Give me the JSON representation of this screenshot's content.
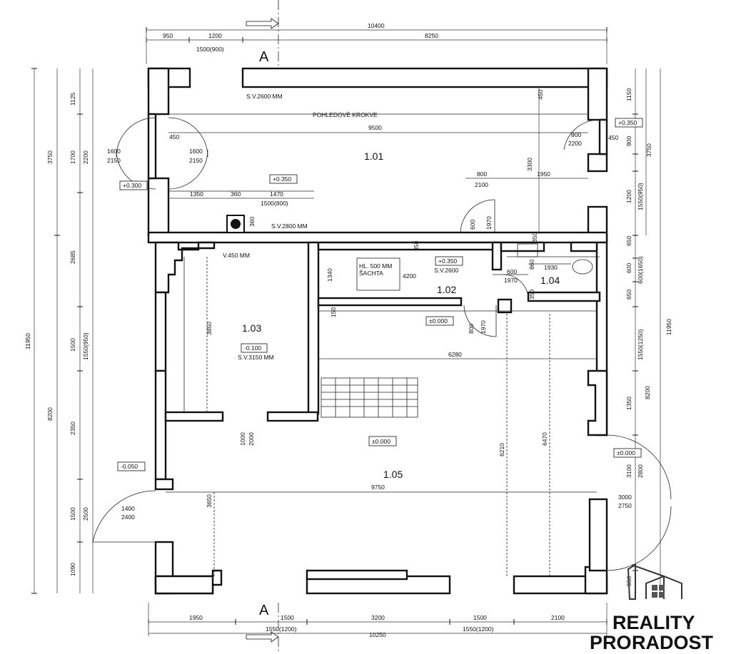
{
  "rooms": [
    {
      "id": "1.01",
      "level": "+0.350",
      "height": "S.V.2600 MM",
      "note": "POHLEDOVÉ KROKVE"
    },
    {
      "id": "1.02",
      "level": "+0.350",
      "height": "S.V.2600",
      "note": "HL. 500 MM",
      "note2": "ŠACHTA"
    },
    {
      "id": "1.03",
      "level": "-0.100",
      "height": "S.V.3150 MM",
      "note": "V.450 MM"
    },
    {
      "id": "1.04"
    },
    {
      "id": "1.05",
      "level": "±0.000"
    }
  ],
  "levels": {
    "right_top": "+0.350",
    "left_top": "+0.300",
    "hall": "±0.000",
    "right_mid": "±0.000",
    "left_mid": "-0.050"
  },
  "notes": {
    "sv2800": "S.V.2800 MM"
  },
  "section_mark": "A",
  "dims_top": {
    "total": "10400",
    "d1": "950",
    "d2": "1200",
    "d3": "8250",
    "d4": "1500(900)"
  },
  "dims_bottom": {
    "d1": "1950",
    "d2": "1500",
    "d3": "3200",
    "d4": "1500",
    "d5": "2100",
    "d6": "1550(1200)",
    "d7": "10250",
    "d8": "1550(1200)"
  },
  "dims_left": {
    "d1": "1125",
    "d2": "3750",
    "d3": "1700",
    "d4": "2200",
    "d5": "2685",
    "d6": "11950",
    "d7": "1500",
    "d8": "1550(950)",
    "d9": "8200",
    "d10": "2350",
    "d11": "1500",
    "d12": "2500",
    "d13": "1090"
  },
  "dims_right": {
    "d1": "1150",
    "d2": "450",
    "d3": "900",
    "d4": "3750",
    "d5": "1200",
    "d6": "1550(950)",
    "d7": "650",
    "d8": "600",
    "d9": "600(1650)",
    "d10": "650",
    "d11": "1550(1250)",
    "d12": "11950",
    "d13": "1350",
    "d14": "8200",
    "d15": "3100",
    "d16": "2800",
    "d17": "550"
  },
  "dims_interior": {
    "r101_width": "9500",
    "r101_left": "450",
    "r101_h": "3300",
    "r101_450": "450",
    "r101_800": "800",
    "r101_2100": "2100",
    "r101_1950": "1950",
    "w_1350": "1350",
    "w_360": "360",
    "w_1470": "1470",
    "w_1500_800": "1500(800)",
    "chimney_360": "360",
    "door_left_a": "1600",
    "door_left_b": "2150",
    "door_left_c": "1600",
    "door_left_d": "2150",
    "door_right_a": "800",
    "door_right_b": "2200",
    "door_450": "450",
    "d600": "600",
    "d1970": "1970",
    "d350": "350",
    "r102_4200": "4200",
    "r102_1340": "1340",
    "r102_150": "150",
    "r102_350": "350",
    "r104_600": "600",
    "r104_1970": "1970",
    "r104_1930": "1930",
    "r104_860": "860",
    "r104_350": "350",
    "r103_3850": "3850",
    "d800": "800",
    "d1970b": "1970",
    "hall_6280": "6280",
    "hall_6210": "6210",
    "hall_6470": "6470",
    "hall_9750": "9750",
    "hall_3650": "3650",
    "hall_1000": "1000",
    "hall_2000": "2000",
    "entry_1400": "1400",
    "entry_2400": "2400",
    "right_3000": "3000",
    "right_2750": "2750"
  },
  "logo": {
    "line1": "REALITY",
    "line2a": "PRO",
    "line2b": "RADOST",
    "color_dark": "#1e1e1e",
    "color_light": "#9a9a9a"
  }
}
